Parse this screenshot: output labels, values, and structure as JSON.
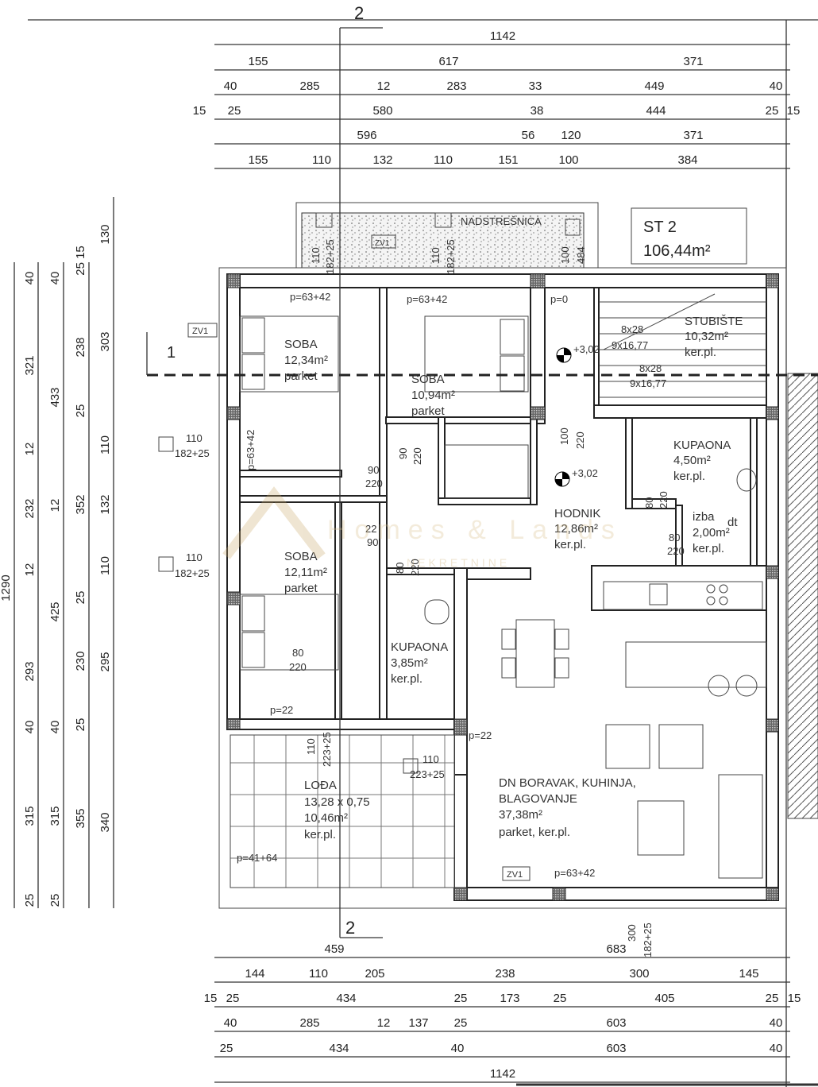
{
  "plan": {
    "unit_name": "ST 2",
    "unit_area": "106,44m²",
    "section_1_label": "1",
    "section_2_label": "2",
    "canopy_label": "NADSTREŠNICA"
  },
  "dims": {
    "top": [
      [
        "1142"
      ],
      [
        "155",
        "617",
        "371"
      ],
      [
        "40",
        "285",
        "12",
        "283",
        "33",
        "449",
        "40"
      ],
      [
        "15",
        "25",
        "580",
        "38",
        "444",
        "25",
        "15"
      ],
      [
        "596",
        "56",
        "120",
        "371"
      ],
      [
        "155",
        "110",
        "132",
        "110",
        "151",
        "100",
        "384"
      ]
    ],
    "bottom": [
      [
        "459",
        "683"
      ],
      [
        "144",
        "110",
        "205",
        "238",
        "300",
        "145"
      ],
      [
        "15",
        "25",
        "434",
        "25",
        "173",
        "25",
        "405",
        "25",
        "15"
      ],
      [
        "40",
        "285",
        "12",
        "137",
        "25",
        "603",
        "40"
      ],
      [
        "25",
        "434",
        "40",
        "603",
        "40"
      ],
      [
        "1142"
      ]
    ],
    "left": [
      [
        "1290"
      ],
      [
        "40",
        "321",
        "12",
        "232",
        "12",
        "293",
        "40",
        "315",
        "25"
      ],
      [
        "40",
        "433",
        "12",
        "425",
        "40",
        "315",
        "25"
      ],
      [
        "25 15",
        "238",
        "25",
        "352",
        "25",
        "230",
        "25",
        "355"
      ],
      [
        "130",
        "303",
        "110",
        "132",
        "110",
        "295",
        "340"
      ]
    ]
  },
  "rooms": [
    {
      "name": "SOBA",
      "area": "12,34m²",
      "floor": "parket"
    },
    {
      "name": "SOBA",
      "area": "10,94m²",
      "floor": "parket"
    },
    {
      "name": "STUBIŠTE",
      "area": "10,32m²",
      "floor": "ker.pl."
    },
    {
      "name": "KUPAONA",
      "area": "4,50m²",
      "floor": "ker.pl."
    },
    {
      "name": "HODNIK",
      "area": "12,86m²",
      "floor": "ker.pl."
    },
    {
      "name": "izba",
      "area": "2,00m²",
      "floor": "ker.pl.",
      "extra": "dt"
    },
    {
      "name": "SOBA",
      "area": "12,11m²",
      "floor": "parket"
    },
    {
      "name": "KUPAONA",
      "area": "3,85m²",
      "floor": "ker.pl."
    },
    {
      "name": "LOĐA",
      "size": "13,28 x 0,75",
      "area": "10,46m²",
      "floor": "ker.pl."
    },
    {
      "name": "DN BORAVAK, KUHINJA,",
      "name2": "BLAGOVANJE",
      "area": "37,38m²",
      "floor": "parket, ker.pl."
    }
  ],
  "annotations": {
    "p_63_42": "p=63+42",
    "p_0": "p=0",
    "p_22": "p=22",
    "p_41_64": "p=41+64",
    "stairs_a": "8x28",
    "stairs_b": "9x16,77",
    "level": "+3,02",
    "zv1": "ZV1",
    "w110": "110",
    "w182_25": "182+25",
    "w223_25": "223+25",
    "w100": "100",
    "w484": "484",
    "w300": "300",
    "d90": "90",
    "d80": "80",
    "d100": "100",
    "d220": "220",
    "d22": "22"
  },
  "watermark": {
    "brand": "Homes & Lands",
    "sub": "NEKRETNINE"
  }
}
